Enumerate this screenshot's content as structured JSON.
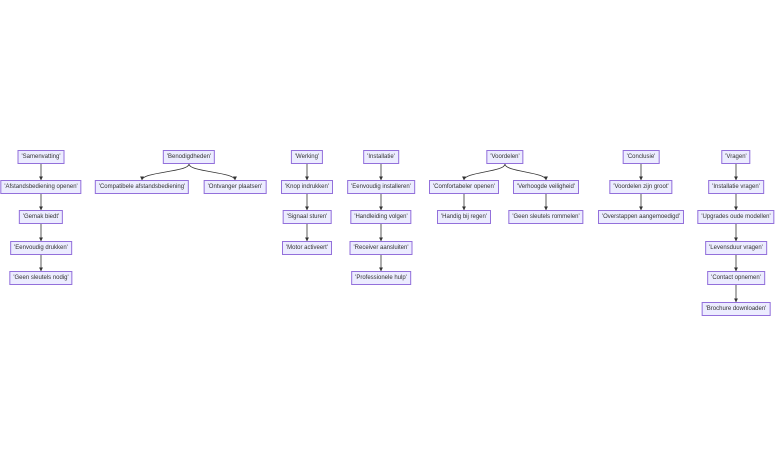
{
  "colors": {
    "node_fill": "#ECECFF",
    "node_border": "#9370DB",
    "edge": "#333333",
    "text": "#333333"
  },
  "nodes": {
    "samenvatting": "'Samenvatting'",
    "afstandsbediening_openen": "'Afstandsbediening openen'",
    "gemak_biedt": "'Gemak biedt'",
    "eenvoudig_drukken": "'Eenvoudig drukken'",
    "geen_sleutels_nodig": "'Geen sleutels nodig'",
    "benodigdheden": "'Benodigdheden'",
    "compatibele_afstandsbediening": "'Compatibele afstandsbediening'",
    "ontvanger_plaatsen": "'Ontvanger plaatsen'",
    "werking": "'Werking'",
    "knop_indrukken": "'Knop indrukken'",
    "signaal_sturen": "'Signaal sturen'",
    "motor_activeert": "'Motor activeert'",
    "installatie": "'Installatie'",
    "eenvoudig_installeren": "'Eenvoudig installeren'",
    "handleiding_volgen": "'Handleiding volgen'",
    "receiver_aansluiten": "'Receiver aansluiten'",
    "professionele_hulp": "'Professionele hulp'",
    "voordelen": "'Voordelen'",
    "comfortabeler_openen": "'Comfortabeler openen'",
    "verhoogde_veiligheid": "'Verhoogde veiligheid'",
    "handig_bij_regen": "'Handig bij regen'",
    "geen_sleutels_rommelen": "'Geen sleutels rommelen'",
    "conclusie": "'Conclusie'",
    "voordelen_zijn_groot": "'Voordelen zijn groot'",
    "overstappen_aangemoedigd": "'Overstappen aangemoedigd'",
    "vragen": "'Vragen'",
    "installatie_vragen": "'Installatie vragen'",
    "upgrades_oude_modellen": "'Upgrades oude modellen'",
    "levensduur_vragen": "'Levensduur vragen'",
    "contact_opnemen": "'Contact opnemen'",
    "brochure_downloaden": "'Brochure downloaden'"
  },
  "edges": [
    [
      "samenvatting",
      "afstandsbediening_openen"
    ],
    [
      "afstandsbediening_openen",
      "gemak_biedt"
    ],
    [
      "gemak_biedt",
      "eenvoudig_drukken"
    ],
    [
      "eenvoudig_drukken",
      "geen_sleutels_nodig"
    ],
    [
      "benodigdheden",
      "compatibele_afstandsbediening"
    ],
    [
      "benodigdheden",
      "ontvanger_plaatsen"
    ],
    [
      "werking",
      "knop_indrukken"
    ],
    [
      "knop_indrukken",
      "signaal_sturen"
    ],
    [
      "signaal_sturen",
      "motor_activeert"
    ],
    [
      "installatie",
      "eenvoudig_installeren"
    ],
    [
      "eenvoudig_installeren",
      "handleiding_volgen"
    ],
    [
      "handleiding_volgen",
      "receiver_aansluiten"
    ],
    [
      "receiver_aansluiten",
      "professionele_hulp"
    ],
    [
      "voordelen",
      "comfortabeler_openen"
    ],
    [
      "voordelen",
      "verhoogde_veiligheid"
    ],
    [
      "comfortabeler_openen",
      "handig_bij_regen"
    ],
    [
      "verhoogde_veiligheid",
      "geen_sleutels_rommelen"
    ],
    [
      "conclusie",
      "voordelen_zijn_groot"
    ],
    [
      "voordelen_zijn_groot",
      "overstappen_aangemoedigd"
    ],
    [
      "vragen",
      "installatie_vragen"
    ],
    [
      "installatie_vragen",
      "upgrades_oude_modellen"
    ],
    [
      "upgrades_oude_modellen",
      "levensduur_vragen"
    ],
    [
      "levensduur_vragen",
      "contact_opnemen"
    ],
    [
      "contact_opnemen",
      "brochure_downloaden"
    ]
  ]
}
